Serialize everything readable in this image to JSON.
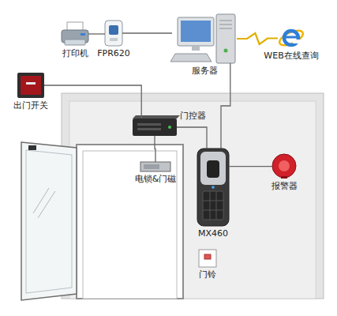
{
  "diagram": {
    "nodes": [
      {
        "text": [
          "打印机"
        ]
      },
      {
        "text": [
          "FPR620"
        ]
      },
      {
        "text": [
          "服务器"
        ]
      },
      {
        "text": [
          "WEB在线查询"
        ]
      },
      {
        "text": [
          "出门开关"
        ]
      },
      {
        "text": [
          "门控器"
        ]
      },
      {
        "text": [
          "电锁&门磁"
        ]
      },
      {
        "text": [
          "MX460"
        ]
      },
      {
        "text": [
          "报警器"
        ]
      },
      {
        "text": [
          "门铃"
        ]
      }
    ],
    "edges": [
      {
        "from": 0,
        "to": 1,
        "arrow": "none"
      },
      {
        "from": 1,
        "to": 2,
        "arrow": "none"
      },
      {
        "from": 2,
        "to": 3,
        "arrow": "none"
      },
      {
        "from": 4,
        "to": 5,
        "arrow": "none"
      },
      {
        "from": 5,
        "to": 6,
        "arrow": "none"
      },
      {
        "from": 5,
        "to": 7,
        "arrow": "none"
      },
      {
        "from": 2,
        "to": 7,
        "arrow": "none"
      },
      {
        "from": 7,
        "to": 8,
        "arrow": "none"
      }
    ]
  }
}
